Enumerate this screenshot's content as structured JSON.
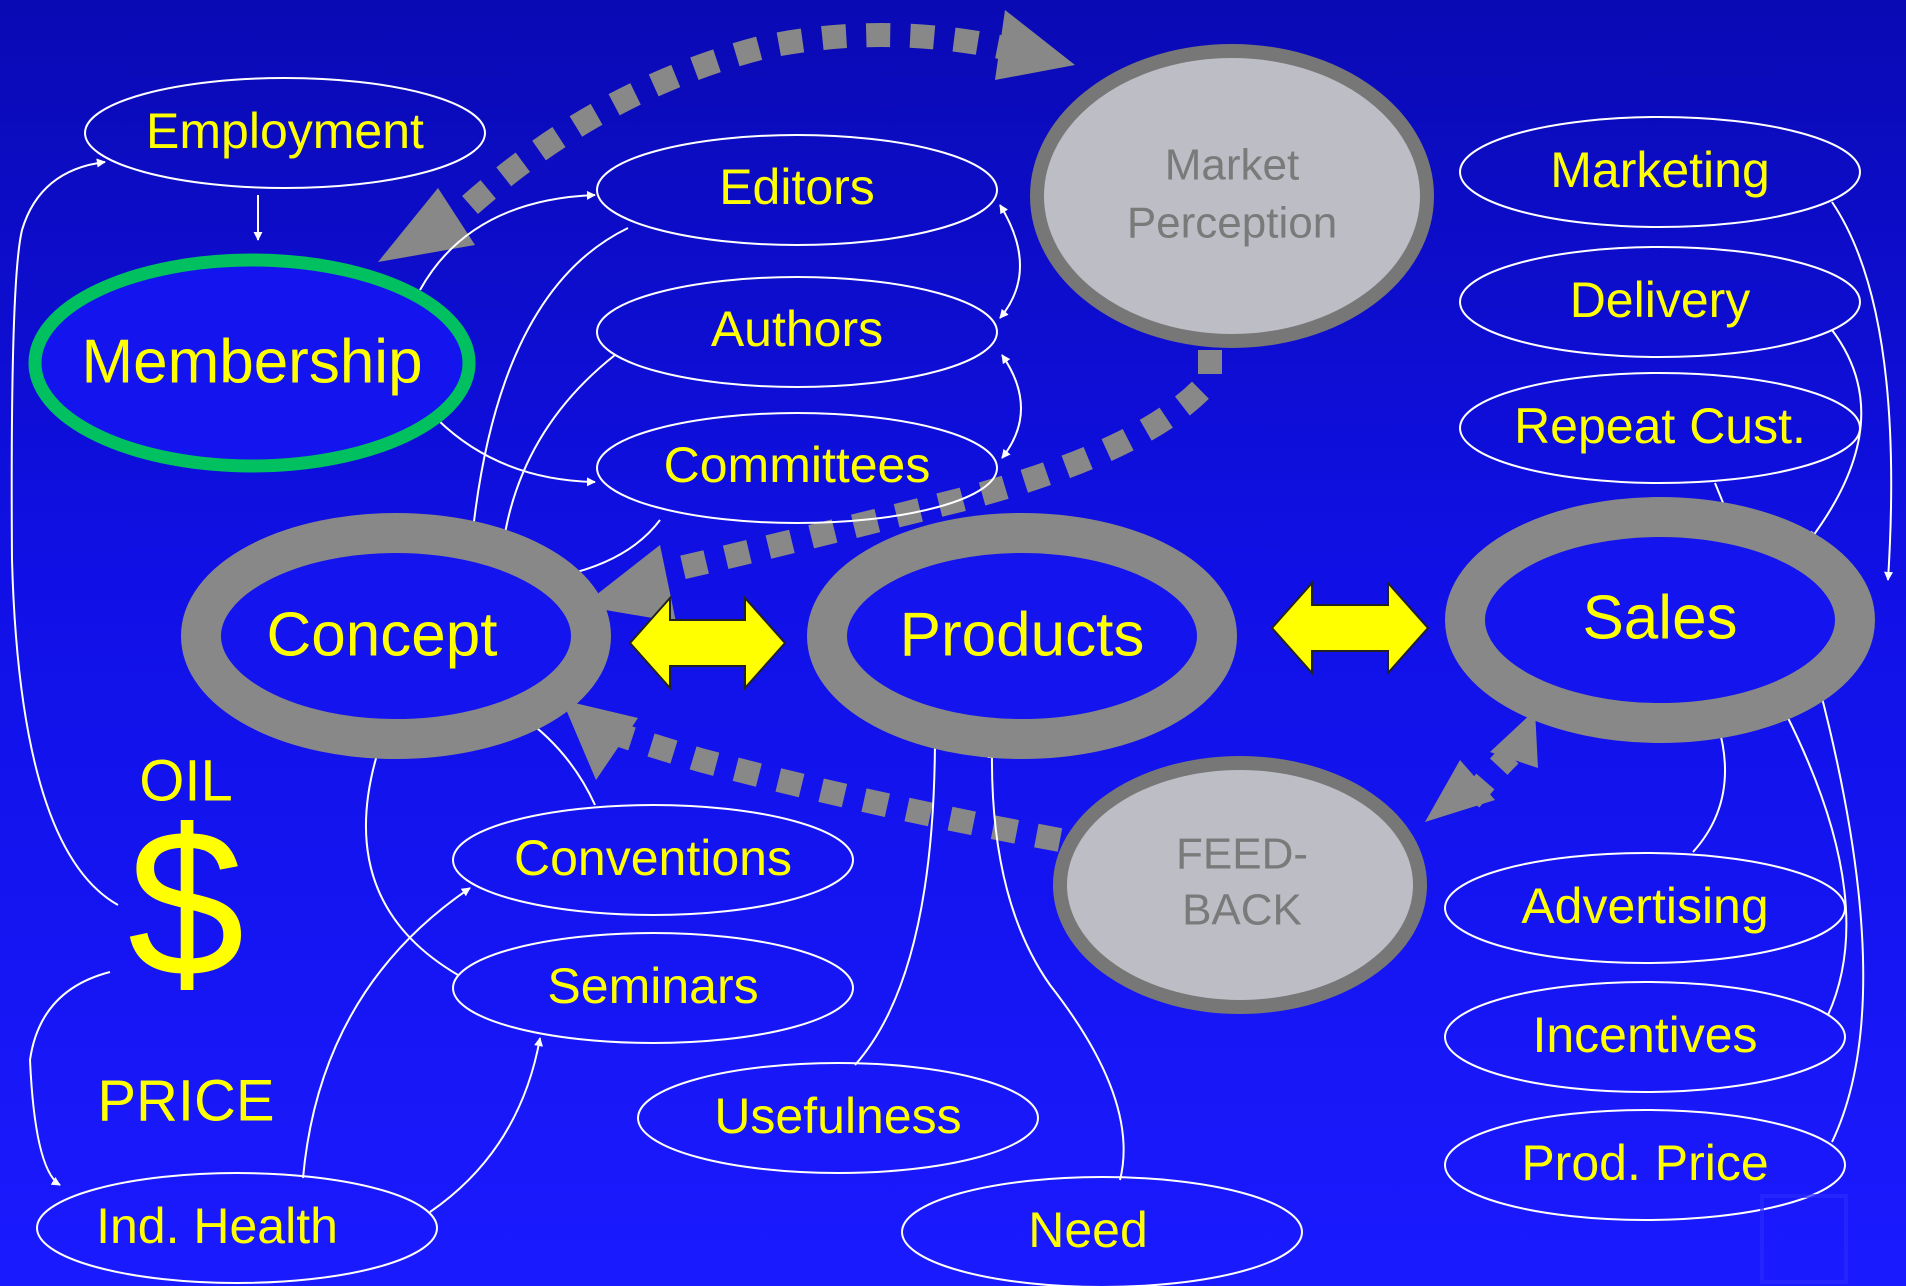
{
  "colors": {
    "background": "#1212ee",
    "label": "#ffff00",
    "outline": "#ffffff",
    "gray_ring": "#8a8a8a",
    "gray_fill": "#c0c0c8",
    "gray_text": "#7a7a7a",
    "membership_ring": "#00c060",
    "double_arrow": "#ffff00"
  },
  "nodes": {
    "employment": "Employment",
    "membership": "Membership",
    "editors": "Editors",
    "authors": "Authors",
    "committees": "Committees",
    "market_perception_line1": "Market",
    "market_perception_line2": "Perception",
    "marketing": "Marketing",
    "delivery": "Delivery",
    "repeat_cust": "Repeat Cust.",
    "concept": "Concept",
    "products": "Products",
    "sales": "Sales",
    "oil": "OIL",
    "dollar": "$",
    "price": "PRICE",
    "conventions": "Conventions",
    "seminars": "Seminars",
    "feedback_line1": "FEED-",
    "feedback_line2": "BACK",
    "advertising": "Advertising",
    "incentives": "Incentives",
    "usefulness": "Usefulness",
    "ind_health": "Ind. Health",
    "need": "Need",
    "prod_price": "Prod. Price"
  }
}
